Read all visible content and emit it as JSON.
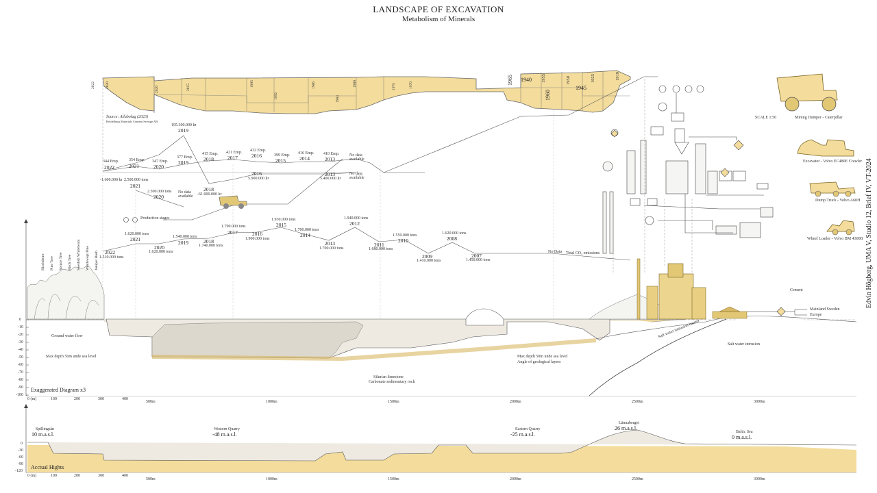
{
  "header": {
    "title": "LANDSCAPE OF EXCAVATION",
    "subtitle": "Metabolism of Minerals"
  },
  "source": {
    "line1": "Source: Allabolag (2023)",
    "line2": "Heidelberg Materials Cement Sverige AB"
  },
  "timeline_years": [
    "2022",
    "2020",
    "2015",
    "1995",
    "1992",
    "1986",
    "1984",
    "1980",
    "1975",
    "1970",
    "1965",
    "1940",
    "1955",
    "1960",
    "1950",
    "1925",
    "1945",
    "1919"
  ],
  "employees": [
    {
      "year": "2022",
      "value": "344 Emp."
    },
    {
      "year": "2021",
      "value": "354 Emp."
    },
    {
      "year": "2020",
      "value": "347 Emp."
    },
    {
      "year": "2019",
      "value": "377 Emp."
    },
    {
      "year": "2018",
      "value": "415 Emp."
    },
    {
      "year": "2017",
      "value": "421 Emp."
    },
    {
      "year": "2016",
      "value": "432 Emp."
    },
    {
      "year": "2015",
      "value": "399 Emp."
    },
    {
      "year": "2014",
      "value": "416 Emp."
    },
    {
      "year": "2013",
      "value": "410 Emp."
    }
  ],
  "profit": [
    {
      "year": "2019",
      "value": "195.300.000 kr"
    },
    {
      "year": "2022",
      "value": "-1.600.000 kr"
    },
    {
      "year": "2018",
      "value": "-61.000.000 kr"
    },
    {
      "year": "2016",
      "value": "5.900.000 kr"
    },
    {
      "year": "2013",
      "value": "5.400.000 kr"
    }
  ],
  "tons_top": [
    {
      "year": "2021",
      "value": "2.500.000 tons"
    },
    {
      "year": "2020",
      "value": "2.300.000 tons"
    }
  ],
  "no_data": "No data available",
  "no_data_2020": "No data available",
  "production_stages": "Production stages",
  "emissions": [
    {
      "year": "2022",
      "value": "1.510.000 tons"
    },
    {
      "year": "2021",
      "value": "1.620.000 tons"
    },
    {
      "year": "2020",
      "value": "1.620.000 tons"
    },
    {
      "year": "2019",
      "value": "1.540.000 tons"
    },
    {
      "year": "2018",
      "value": "1.740.000 tons"
    },
    {
      "year": "2017",
      "value": "1.790.000 tons"
    },
    {
      "year": "2016",
      "value": "1.900.000 tons"
    },
    {
      "year": "2015",
      "value": "1.930.000 tons"
    },
    {
      "year": "2014",
      "value": "1.700.000 tons"
    },
    {
      "year": "2013",
      "value": "1.700.000 tons"
    },
    {
      "year": "2012",
      "value": "1.940.000 tons"
    },
    {
      "year": "2011",
      "value": "1.680.000 tons"
    },
    {
      "year": "2010",
      "value": "1.550.000 tons"
    },
    {
      "year": "2009",
      "value": "1.410.000 tons"
    },
    {
      "year": "2008",
      "value": "1.620.000 tons"
    },
    {
      "year": "2007",
      "value": "1.450.000 tons"
    }
  ],
  "no_data_2": "No Data",
  "total_co2": "Total CO₂ emissions",
  "trees": [
    "Blackthorn",
    "Pine Tree",
    "Spruce Tree",
    "Birch Tree",
    "Swedish Whitebeam",
    "Windswept Pine",
    "Juniper Bush"
  ],
  "section_labels": {
    "ground_water": "Ground water flow",
    "max_depth_left": "Max depth 50m unde sea level",
    "max_depth_right": "Max depth 50m unde sea level",
    "angle": "Angle of geological layers",
    "limestone": "Silurian limestone",
    "carbonate": "Carbonate sedimentary rock",
    "salt_barrier": "Salt water intrusion barrier",
    "salt_intrusion": "Salt water intrusion",
    "exaggerated": "Exaggerated Diagram x3",
    "actual": "Acctual Hights"
  },
  "destinations": {
    "cement": "Cement",
    "mainland": "Mainland Sweden",
    "europe": "Europe"
  },
  "machines": [
    {
      "name": "Mining Dumper - Caterpillar",
      "scale": "SCALE 1:50"
    },
    {
      "name": "Excavator - Volvo EC480E Crawler"
    },
    {
      "name": "Dump Truck - Volvo A60H"
    },
    {
      "name": "Wheel Loader - Volvo BM 4300B"
    }
  ],
  "credit": "Edvin Högberg, UMA V, Studio 12, Brief IV, VT-2024",
  "upper_depth_ticks": [
    "0",
    "-10",
    "-20",
    "-30",
    "-40",
    "-50",
    "-60",
    "-70",
    "-80",
    "-90",
    "-100"
  ],
  "upper_dist_ticks": [
    "0 (m)",
    "100",
    "200",
    "300",
    "400",
    "500m",
    "1000m",
    "1500m",
    "2000m",
    "2500m",
    "3000m"
  ],
  "lower_depth_ticks": [
    "0",
    "-30",
    "-60",
    "-90",
    "-120"
  ],
  "lower_dist_ticks": [
    "0 (m)",
    "100",
    "200",
    "300",
    "400",
    "500m",
    "1000m",
    "1500m",
    "2000m",
    "2500m",
    "3000m"
  ],
  "locations": [
    {
      "name": "Spillingsån",
      "elev": "10 m.a.s.l."
    },
    {
      "name": "Western Quarry",
      "elev": "-48 m.a.s.l."
    },
    {
      "name": "Eastern Quarry",
      "elev": "-25 m.a.s.l."
    },
    {
      "name": "Lännaberget",
      "elev": "26 m.a.s.l."
    },
    {
      "name": "Baltic Sea",
      "elev": "0 m.a.s.l."
    }
  ],
  "colors": {
    "sand": "#f3dc9c",
    "sand_dark": "#d9b863",
    "rock": "#eeeae2",
    "line": "#555555"
  }
}
